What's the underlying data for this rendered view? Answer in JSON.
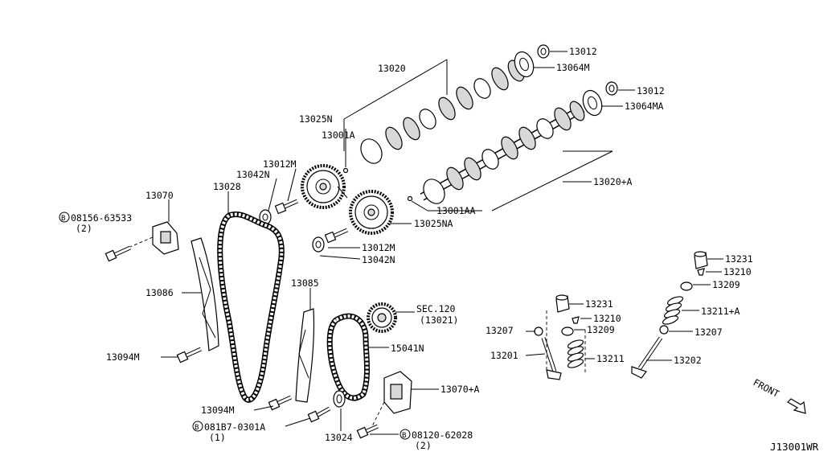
{
  "diagram_code": "J13001WR",
  "front_label": "FRONT",
  "bolt_symbol": "B",
  "callouts": [
    {
      "id": "c13012a",
      "text": "13012"
    },
    {
      "id": "c13064m",
      "text": "13064M"
    },
    {
      "id": "c13020",
      "text": "13020"
    },
    {
      "id": "c13012b",
      "text": "13012"
    },
    {
      "id": "c13064ma",
      "text": "13064MA"
    },
    {
      "id": "c13025n",
      "text": "13025N"
    },
    {
      "id": "c13001a",
      "text": "13001A"
    },
    {
      "id": "c13012m_top",
      "text": "13012M"
    },
    {
      "id": "c13042n_top",
      "text": "13042N"
    },
    {
      "id": "c13028",
      "text": "13028"
    },
    {
      "id": "c13070",
      "text": "13070"
    },
    {
      "id": "c13020a",
      "text": "13020+A"
    },
    {
      "id": "c13001aa",
      "text": "13001AA"
    },
    {
      "id": "c13025na",
      "text": "13025NA"
    },
    {
      "id": "c13012m_bot",
      "text": "13012M"
    },
    {
      "id": "c13042n_bot",
      "text": "13042N"
    },
    {
      "id": "c13086",
      "text": "13086"
    },
    {
      "id": "c13085",
      "text": "13085"
    },
    {
      "id": "c13094m_top",
      "text": "13094M"
    },
    {
      "id": "c13094m_bot",
      "text": "13094M"
    },
    {
      "id": "csec120",
      "text": "SEC.120"
    },
    {
      "id": "c13021",
      "text": "(13021)"
    },
    {
      "id": "c15041n",
      "text": "15041N"
    },
    {
      "id": "c13070a",
      "text": "13070+A"
    },
    {
      "id": "c13024",
      "text": "13024"
    },
    {
      "id": "c13231a",
      "text": "13231"
    },
    {
      "id": "c13210a",
      "text": "13210"
    },
    {
      "id": "c13209a",
      "text": "13209"
    },
    {
      "id": "c13211a",
      "text": "13211+A"
    },
    {
      "id": "c13207a",
      "text": "13207"
    },
    {
      "id": "c13202",
      "text": "13202"
    },
    {
      "id": "c13231b",
      "text": "13231"
    },
    {
      "id": "c13210b",
      "text": "13210"
    },
    {
      "id": "c13207b",
      "text": "13207"
    },
    {
      "id": "c13209b",
      "text": "13209"
    },
    {
      "id": "c13201",
      "text": "13201"
    },
    {
      "id": "c13211",
      "text": "13211"
    }
  ],
  "bolt_callouts": [
    {
      "id": "b08156",
      "part": "08156-63533",
      "qty": "(2)"
    },
    {
      "id": "b081b7",
      "part": "081B7-0301A",
      "qty": "(1)"
    },
    {
      "id": "b08120",
      "part": "08120-62028",
      "qty": "(2)"
    }
  ]
}
